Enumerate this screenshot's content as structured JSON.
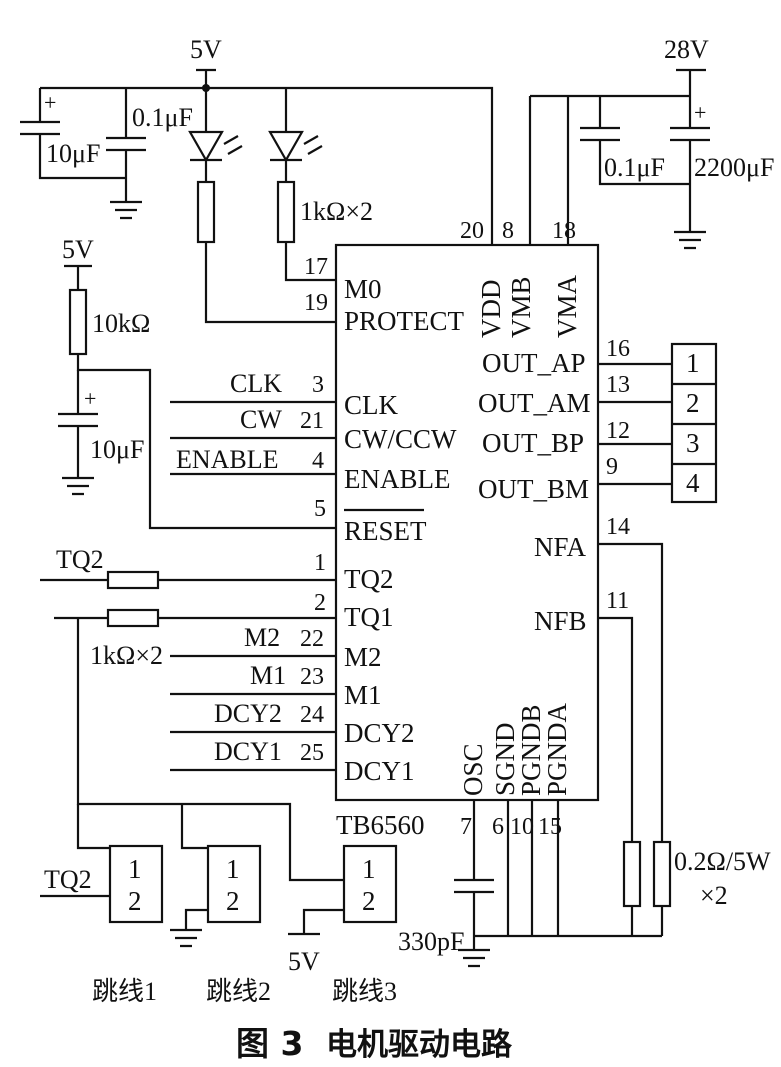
{
  "supplies": {
    "vdd": "5V",
    "vm": "28V",
    "reset_pullup": "5V",
    "jumper3_supply": "5V"
  },
  "components": {
    "c_bulk_5v": "10μF",
    "c_dec_5v": "0.1μF",
    "led_res": "1kΩ×2",
    "r_reset": "10kΩ",
    "c_reset": "10μF",
    "c_dec_28v": "0.1μF",
    "c_bulk_28v": "2200μF",
    "tq_res": "1kΩ×2",
    "c_osc": "330pF",
    "r_sense": "0.2Ω/5W",
    "r_sense_qty": "×2"
  },
  "chip": {
    "name": "TB6560",
    "left_pins": [
      {
        "num": "17",
        "name": "M0"
      },
      {
        "num": "19",
        "name": "PROTECT"
      },
      {
        "num": "3",
        "name": "CLK",
        "net": "CLK"
      },
      {
        "num": "21",
        "name": "CW/CCW",
        "net": "CW"
      },
      {
        "num": "4",
        "name": "ENABLE",
        "net": "ENABLE"
      },
      {
        "num": "5",
        "name": "RESET"
      },
      {
        "num": "1",
        "name": "TQ2",
        "net": "TQ2"
      },
      {
        "num": "2",
        "name": "TQ1"
      },
      {
        "num": "22",
        "name": "M2",
        "net": "M2"
      },
      {
        "num": "23",
        "name": "M1",
        "net": "M1"
      },
      {
        "num": "24",
        "name": "DCY2",
        "net": "DCY2"
      },
      {
        "num": "25",
        "name": "DCY1",
        "net": "DCY1"
      }
    ],
    "top_pins": [
      {
        "num": "20",
        "name": "VDD"
      },
      {
        "num": "8",
        "name": "VMB"
      },
      {
        "num": "18",
        "name": "VMA"
      }
    ],
    "right_pins": [
      {
        "num": "16",
        "name": "OUT_AP"
      },
      {
        "num": "13",
        "name": "OUT_AM"
      },
      {
        "num": "12",
        "name": "OUT_BP"
      },
      {
        "num": "9",
        "name": "OUT_BM"
      },
      {
        "num": "14",
        "name": "NFA"
      },
      {
        "num": "11",
        "name": "NFB"
      }
    ],
    "bottom_pins": [
      {
        "num": "7",
        "name": "OSC"
      },
      {
        "num": "6",
        "name": "SGND"
      },
      {
        "num": "10",
        "name": "PGNDB"
      },
      {
        "num": "15",
        "name": "PGNDA"
      }
    ]
  },
  "connector": {
    "pins": [
      "1",
      "2",
      "3",
      "4"
    ]
  },
  "jumpers": [
    {
      "label": "跳线1",
      "pins": [
        "1",
        "2"
      ],
      "net": "TQ2"
    },
    {
      "label": "跳线2",
      "pins": [
        "1",
        "2"
      ]
    },
    {
      "label": "跳线3",
      "pins": [
        "1",
        "2"
      ]
    }
  ],
  "caption": {
    "figure": "图 3",
    "title": "电机驱动电路"
  }
}
